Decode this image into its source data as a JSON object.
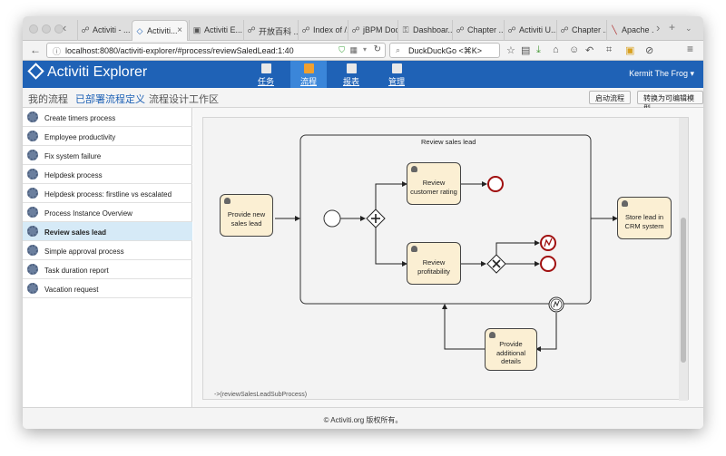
{
  "browser": {
    "tabs": [
      {
        "label": "Activiti - ...",
        "icon": "page-icon"
      },
      {
        "label": "Activiti...",
        "icon": "activiti-icon",
        "active": true
      },
      {
        "label": "Activiti E...",
        "icon": "page-icon"
      },
      {
        "label": "开放百科 ...",
        "icon": "page-icon"
      },
      {
        "label": "Index of /...",
        "icon": "page-icon"
      },
      {
        "label": "jBPM Doc...",
        "icon": "page-icon"
      },
      {
        "label": "Dashboar...",
        "icon": "page-icon"
      },
      {
        "label": "Chapter ...",
        "icon": "page-icon"
      },
      {
        "label": "Activiti U...",
        "icon": "page-icon"
      },
      {
        "label": "Chapter ...",
        "icon": "page-icon"
      },
      {
        "label": "Apache ...",
        "icon": "page-icon"
      }
    ],
    "tab_close": "×",
    "new_tab": "+",
    "url": "localhost:8080/activiti-explorer/#process/reviewSaledLead:1:40",
    "search_placeholder": "DuckDuckGo <⌘K>"
  },
  "app": {
    "logo": "Activiti Explorer",
    "nav": [
      {
        "label": "任务",
        "active": false
      },
      {
        "label": "流程",
        "active": true
      },
      {
        "label": "报表",
        "active": false
      },
      {
        "label": "管理",
        "active": false
      }
    ],
    "user": "Kermit The Frog ▾"
  },
  "subnav": {
    "items": [
      "我的流程",
      "已部署流程定义",
      "流程设计工作区"
    ],
    "active_index": 1,
    "buttons": [
      "启动流程",
      "转换为可编辑模型"
    ]
  },
  "processes": [
    "Create timers process",
    "Employee productivity",
    "Fix system failure",
    "Helpdesk process",
    "Helpdesk process: firstline vs escalated",
    "Process Instance Overview",
    "Review sales lead",
    "Simple approval process",
    "Task duration report",
    "Vacation request"
  ],
  "selected_process": "Review sales lead",
  "diagram": {
    "subprocess_label": "Review sales lead",
    "tasks": {
      "provide_new": "Provide new sales lead",
      "review_rating": "Review customer rating",
      "review_profit": "Review profitability",
      "store_crm": "Store lead in CRM system",
      "provide_additional": "Provide additional details"
    },
    "note": "->(reviewSalesLeadSubProcess)"
  },
  "footer": "© Activiti.org 版权所有。"
}
